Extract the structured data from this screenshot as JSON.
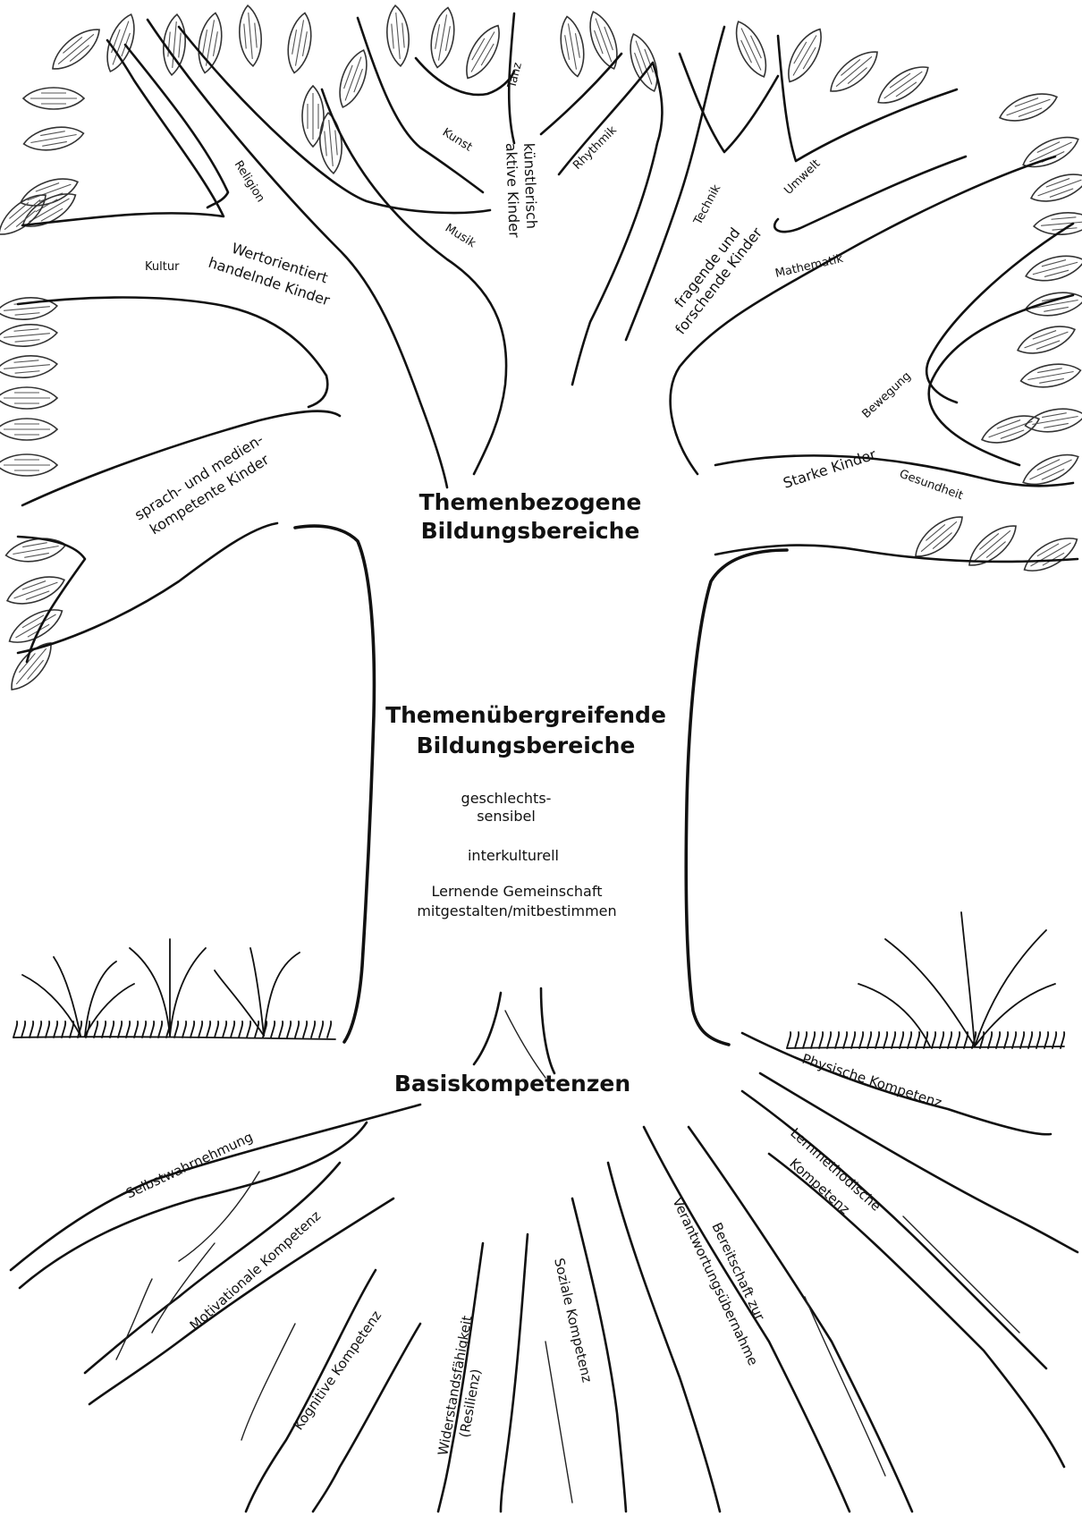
{
  "headings": {
    "crown": [
      "Themenbezogene",
      "Bildungsbereiche"
    ],
    "trunk": [
      "Themenübergreifende",
      "Bildungsbereiche"
    ],
    "roots": "Basiskompetenzen"
  },
  "trunk_items": [
    [
      "geschlechts-",
      "sensibel"
    ],
    [
      "interkulturell"
    ],
    [
      "Lernende Gemeinschaft",
      "mitgestalten/mitbestimmen"
    ]
  ],
  "crown_branches": {
    "wertorientiert": {
      "name": [
        "Wertorientiert",
        "handelnde Kinder"
      ],
      "topics": [
        "Religion",
        "Kultur"
      ]
    },
    "kuenstlerisch": {
      "name": [
        "künstlerisch",
        "aktive Kinder"
      ],
      "topics": [
        "Kunst",
        "Tanz",
        "Musik",
        "Rhythmik"
      ]
    },
    "forschend": {
      "name": [
        "fragende und",
        "forschende Kinder"
      ],
      "topics": [
        "Technik",
        "Umwelt",
        "Mathematik"
      ]
    },
    "sprache": {
      "name": [
        "sprach- und medien-",
        "kompetente Kinder"
      ]
    },
    "stark": {
      "name": [
        "Starke Kinder"
      ],
      "topics": [
        "Bewegung",
        "Gesundheit"
      ]
    }
  },
  "roots": {
    "selbstwahrnehmung": [
      "Selbstwahrnehmung"
    ],
    "motivational": [
      "Motivationale Kompetenz"
    ],
    "kognitiv": [
      "Kognitive Kompetenz"
    ],
    "resilienz": [
      "Widerstandsfähigkeit",
      "(Resilienz)"
    ],
    "sozial": [
      "Soziale Kompetenz"
    ],
    "verantwortung": [
      "Bereitschaft zur",
      "Verantwortungsübernahme"
    ],
    "lernmethodisch": [
      "Lernmethodische",
      "Kompetenz"
    ],
    "physisch": [
      "Physische Kompetenz"
    ]
  }
}
